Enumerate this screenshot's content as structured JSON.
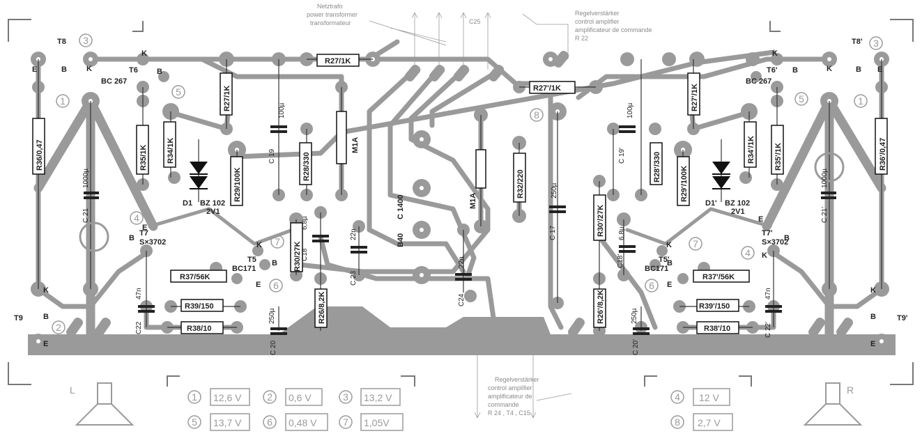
{
  "notes": {
    "transformer": [
      "Netztrafo",
      "power transformer",
      "transformateur"
    ],
    "c25": "C25",
    "control_top": [
      "Regelverstärker",
      "control amplifier",
      "amplificateur de commande",
      "R 22"
    ],
    "control_bottom": [
      "Regelverstärker",
      "control amplifier",
      "amplificateur de",
      "commande",
      "R 24 , T4 , C15"
    ]
  },
  "left_components": {
    "r27": "R27/1K",
    "r27v": "R27/1K",
    "r36": "R36/0,47",
    "r35": "R35/1K",
    "r34": "R34/1K",
    "r29": "R29/100K",
    "c19": "C 19",
    "c19v": "100µ",
    "r28": "R28/330",
    "m1a": "M1A",
    "c21": "C 21",
    "c21v": "1000µ",
    "d1": "D1",
    "bz": "BZ 102",
    "bzv": "2V1",
    "t8": "T8",
    "t6": "T6",
    "bc267": "BC 267",
    "t7": "T7",
    "s3702": "S×3702",
    "t5": "T5",
    "bc171": "BC171",
    "t9": "T9",
    "r37": "R37/56K",
    "r30": "R30/27K",
    "c18": "C18",
    "c18v": "6,8µ",
    "r39": "R39/150",
    "c22": "C22",
    "c22v": "47n",
    "r38": "R38/10",
    "c20": "C 20",
    "c20v": "250µ",
    "r26": "R26/8,2K",
    "c23": "C 23",
    "c23v": "22n"
  },
  "center_components": {
    "c1400": "C 1400",
    "b40": "B40",
    "c24": "C24",
    "c24v": "22n",
    "m1a2": "M1A",
    "r32": "R32/220",
    "c17": "C 17",
    "c17v": "250µ",
    "r27p": "R27'/1K"
  },
  "right_components": {
    "t8p": "T8'",
    "t6p": "T6'",
    "bc267": "BC 267",
    "r27p": "R27'/1K",
    "r36p": "R36'/0,47",
    "r35p": "R35'/1K",
    "r34p": "R34'/1K",
    "r29p": "R29'/100K",
    "c19p": "C 19'",
    "c19v": "100µ",
    "r28p": "R28'/330",
    "c21p": "C 21'",
    "c21v": "1000µ",
    "d1p": "D1'",
    "bz": "BZ 102",
    "bzv": "2V1",
    "t7p": "T7'",
    "s3702": "S×3702",
    "t5p": "T5'",
    "bc171": "BC171",
    "r30p": "R30'/27K",
    "c18p": "C18'",
    "c18v": "6,8µ",
    "r37p": "R37'/56K",
    "r39p": "R39'/150",
    "c22p": "C 22'",
    "c22v": "47n",
    "r38p": "R38'/10",
    "c20p": "C 20'",
    "c20v": "250µ",
    "r26p": "R26'/8,2K",
    "t9p": "T9'"
  },
  "pins": {
    "e": "E",
    "b": "B",
    "k": "K"
  },
  "markers": [
    "1",
    "2",
    "3",
    "4",
    "5",
    "6",
    "7",
    "8"
  ],
  "speakers": {
    "left": "L",
    "right": "R"
  },
  "voltages": [
    {
      "n": "1",
      "v": "12,6 V"
    },
    {
      "n": "2",
      "v": "0,6 V"
    },
    {
      "n": "3",
      "v": "13,2 V"
    },
    {
      "n": "5",
      "v": "13,7 V"
    },
    {
      "n": "6",
      "v": "0,48 V"
    },
    {
      "n": "7",
      "v": "1,05V"
    },
    {
      "n": "4",
      "v": "12 V"
    },
    {
      "n": "8",
      "v": "2,7 V"
    }
  ],
  "colors": {
    "copper": "#9a9a9a",
    "ink": "#111111",
    "annotation": "#9a9a9a"
  }
}
